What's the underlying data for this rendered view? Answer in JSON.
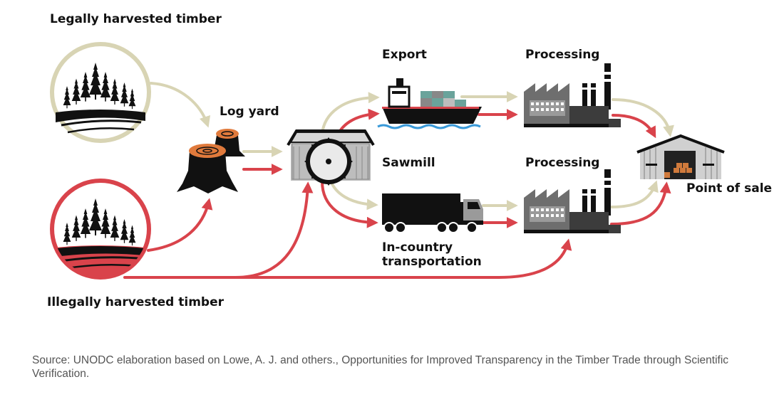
{
  "labels": {
    "legal": "Legally harvested timber",
    "illegal": "Illegally harvested timber",
    "log_yard": "Log yard",
    "export": "Export",
    "processing_top": "Processing",
    "sawmill": "Sawmill",
    "processing_bottom": "Processing",
    "point_of_sale": "Point of sale",
    "in_country_line1": "In-country",
    "in_country_line2": "transportation"
  },
  "source": "Source: UNODC elaboration based on Lowe, A. J. and others., Opportunities for Improved Transparency in the Timber Trade through Scientific Verification.",
  "colors": {
    "legal_flow": "#d8d4b4",
    "illegal_flow": "#d9434b",
    "legal_ring": "#d8d4b4",
    "illegal_ring": "#d9434b",
    "ink": "#111111"
  },
  "icons": [
    "forest-icon",
    "stump-icon",
    "sawmill-icon",
    "ship-icon",
    "truck-icon",
    "factory-icon",
    "warehouse-icon"
  ]
}
